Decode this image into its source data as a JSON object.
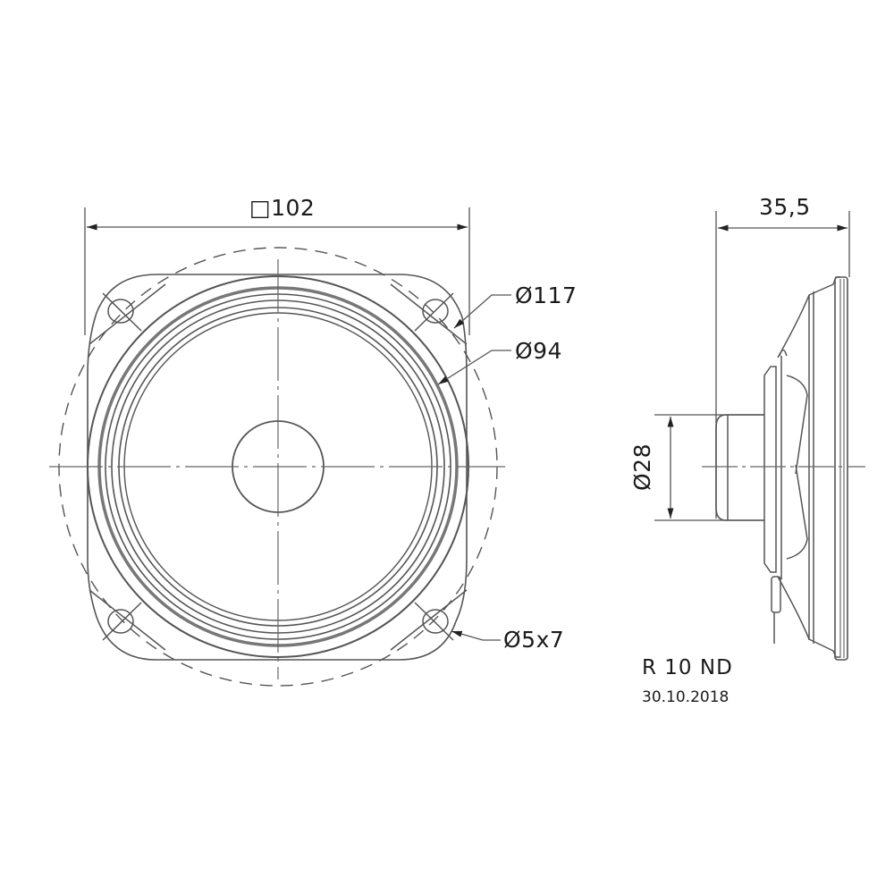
{
  "drawing": {
    "title": "R 10 ND",
    "date": "30.10.2018",
    "front_view": {
      "width_label": "□102",
      "outer_diameter_label": "Ø117",
      "cone_diameter_label": "Ø94",
      "mounting_hole_label": "Ø5x7"
    },
    "side_view": {
      "depth_label": "35,5",
      "magnet_diameter_label": "Ø28"
    }
  },
  "colors": {
    "line": "#4a4a4a",
    "text": "#1a1a1a",
    "background": "#ffffff"
  }
}
